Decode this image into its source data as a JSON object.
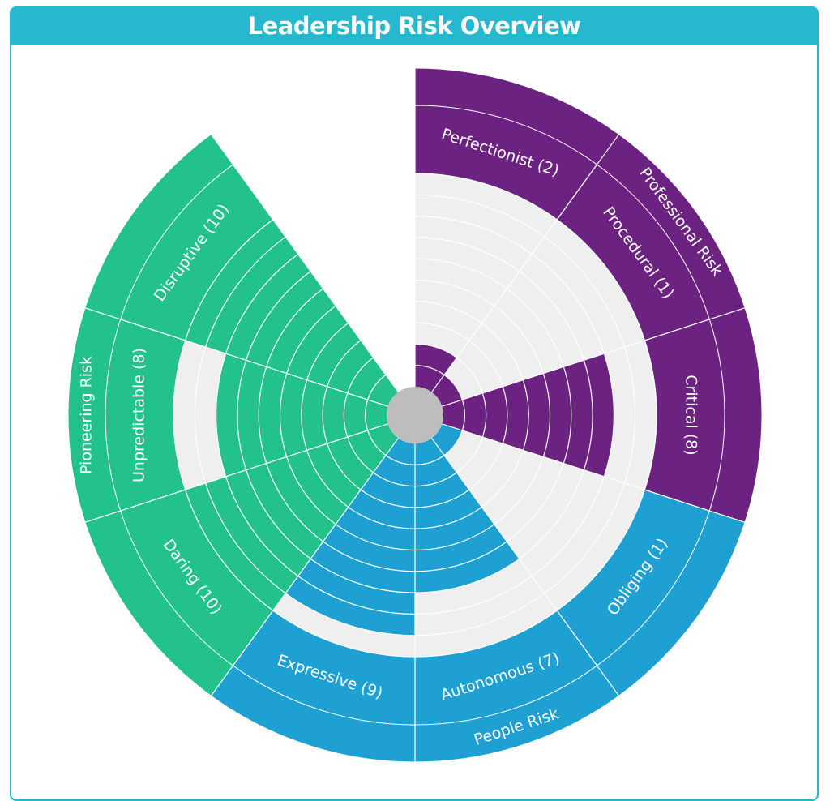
{
  "header": {
    "title": "Leadership Risk Overview"
  },
  "chart_data": {
    "type": "radial_bar",
    "title": "Leadership Risk Overview",
    "max_value": 10,
    "colors": {
      "Pioneering Risk": "#22c28a",
      "Professional Risk": "#6b2280",
      "People Risk": "#1fa0d2",
      "track": "#efefef",
      "hub": "#bdbdbd"
    },
    "groups": [
      {
        "name": "Pioneering Risk",
        "items": [
          {
            "label": "Daring (10)",
            "value": 10
          },
          {
            "label": "Unpredictable (8)",
            "value": 8
          },
          {
            "label": "Disruptive (10)",
            "value": 10
          }
        ]
      },
      {
        "name": "Professional Risk",
        "items": [
          {
            "label": "Perfectionist (2)",
            "value": 2
          },
          {
            "label": "Procedural (1)",
            "value": 1
          },
          {
            "label": "Critical (8)",
            "value": 8
          }
        ]
      },
      {
        "name": "People Risk",
        "items": [
          {
            "label": "Obliging (1)",
            "value": 1
          },
          {
            "label": "Autonomous (7)",
            "value": 7
          },
          {
            "label": "Expressive (9)",
            "value": 9
          }
        ]
      }
    ]
  }
}
